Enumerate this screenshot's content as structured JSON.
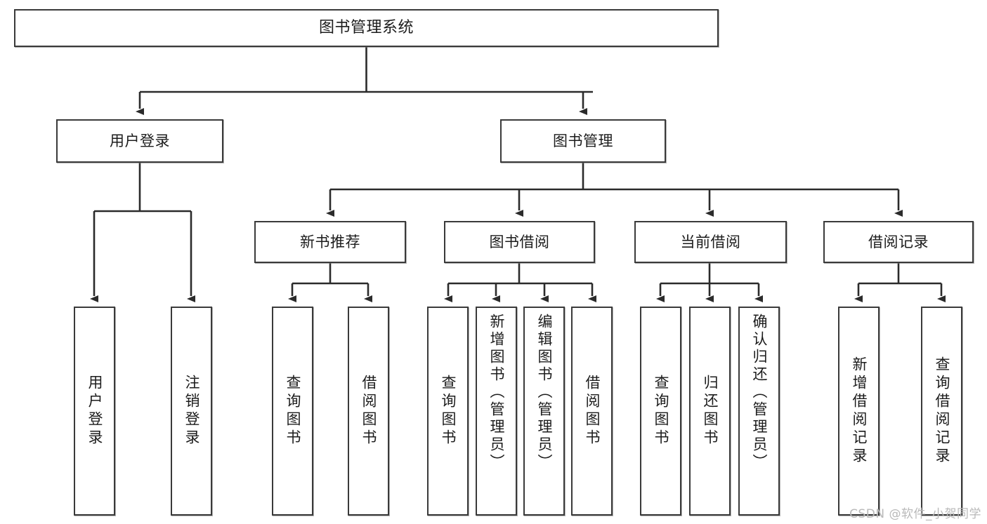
{
  "diagram": {
    "type": "tree-hierarchy-chart",
    "title": "图书管理系统",
    "watermark": "CSDN @软件_小贺同学",
    "colors": {
      "box_border": "#3a3a3a",
      "box_fill": "#ffffff",
      "connector": "#2b2b2b",
      "text": "#1c1c1c",
      "watermark": "#b9b9b9",
      "background": "#ffffff"
    },
    "levels": [
      {
        "level": 1,
        "nodes": [
          {
            "id": "root",
            "label": "图书管理系统",
            "orientation": "horizontal"
          }
        ]
      },
      {
        "level": 2,
        "nodes": [
          {
            "id": "user-login",
            "label": "用户登录",
            "orientation": "horizontal",
            "parent": "root"
          },
          {
            "id": "book-mgmt",
            "label": "图书管理",
            "orientation": "horizontal",
            "parent": "root"
          }
        ]
      },
      {
        "level": 3,
        "nodes": [
          {
            "id": "new-book-rec",
            "label": "新书推荐",
            "orientation": "horizontal",
            "parent": "book-mgmt"
          },
          {
            "id": "book-borrow",
            "label": "图书借阅",
            "orientation": "horizontal",
            "parent": "book-mgmt"
          },
          {
            "id": "current-borrow",
            "label": "当前借阅",
            "orientation": "horizontal",
            "parent": "book-mgmt"
          },
          {
            "id": "borrow-record",
            "label": "借阅记录",
            "orientation": "horizontal",
            "parent": "book-mgmt"
          }
        ]
      },
      {
        "level": 4,
        "nodes": [
          {
            "id": "leaf-user-login",
            "label": "用户登录",
            "orientation": "vertical",
            "parent": "user-login"
          },
          {
            "id": "leaf-logout",
            "label": "注销登录",
            "orientation": "vertical",
            "parent": "user-login"
          },
          {
            "id": "leaf-query-book-1",
            "label": "查询图书",
            "orientation": "vertical",
            "parent": "new-book-rec"
          },
          {
            "id": "leaf-borrow-book-1",
            "label": "借阅图书",
            "orientation": "vertical",
            "parent": "new-book-rec"
          },
          {
            "id": "leaf-query-book-2",
            "label": "查询图书",
            "orientation": "vertical",
            "parent": "book-borrow"
          },
          {
            "id": "leaf-add-book",
            "label": "新增图书（管理员）",
            "orientation": "vertical",
            "parent": "book-borrow"
          },
          {
            "id": "leaf-edit-book",
            "label": "编辑图书（管理员）",
            "orientation": "vertical",
            "parent": "book-borrow"
          },
          {
            "id": "leaf-borrow-book-2",
            "label": "借阅图书",
            "orientation": "vertical",
            "parent": "book-borrow"
          },
          {
            "id": "leaf-query-book-3",
            "label": "查询图书",
            "orientation": "vertical",
            "parent": "current-borrow"
          },
          {
            "id": "leaf-return-book",
            "label": "归还图书",
            "orientation": "vertical",
            "parent": "current-borrow"
          },
          {
            "id": "leaf-confirm-return",
            "label": "确认归还（管理员）",
            "orientation": "vertical",
            "parent": "current-borrow"
          },
          {
            "id": "leaf-add-record",
            "label": "新增借阅记录",
            "orientation": "vertical",
            "parent": "borrow-record"
          },
          {
            "id": "leaf-query-record",
            "label": "查询借阅记录",
            "orientation": "vertical",
            "parent": "borrow-record"
          }
        ]
      }
    ],
    "nodes": {
      "root": {
        "label": "图书管理系统"
      },
      "user_login": {
        "label": "用户登录"
      },
      "book_mgmt": {
        "label": "图书管理"
      },
      "new_book_rec": {
        "label": "新书推荐"
      },
      "book_borrow": {
        "label": "图书借阅"
      },
      "current_borrow": {
        "label": "当前借阅"
      },
      "borrow_record": {
        "label": "借阅记录"
      },
      "leaf_user_login": {
        "label": "用户登录"
      },
      "leaf_logout": {
        "label": "注销登录"
      },
      "leaf_query_book_1": {
        "label": "查询图书"
      },
      "leaf_borrow_book_1": {
        "label": "借阅图书"
      },
      "leaf_query_book_2": {
        "label": "查询图书"
      },
      "leaf_add_book": {
        "label": "新增图书（管理员）"
      },
      "leaf_edit_book": {
        "label": "编辑图书（管理员）"
      },
      "leaf_borrow_book_2": {
        "label": "借阅图书"
      },
      "leaf_query_book_3": {
        "label": "查询图书"
      },
      "leaf_return_book": {
        "label": "归还图书"
      },
      "leaf_confirm_return": {
        "label": "确认归还（管理员）"
      },
      "leaf_add_record": {
        "label": "新增借阅记录"
      },
      "leaf_query_record": {
        "label": "查询借阅记录"
      }
    }
  }
}
